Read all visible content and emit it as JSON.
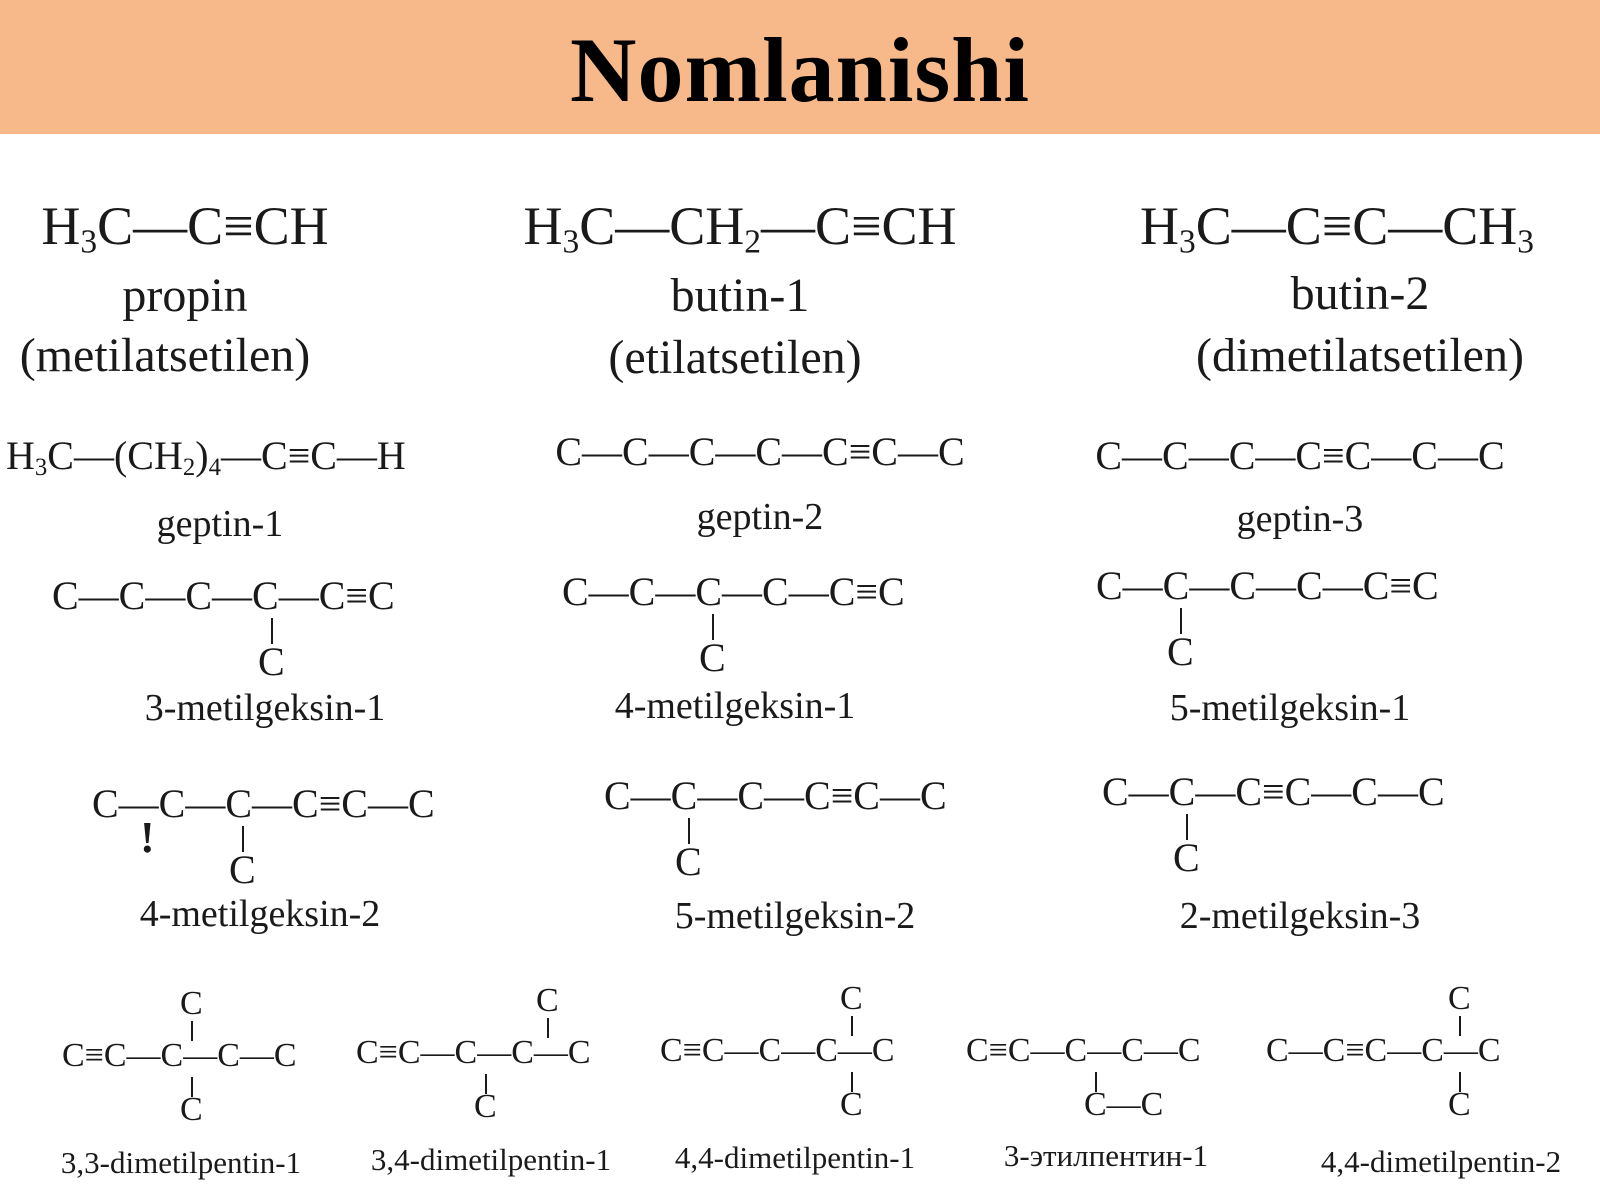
{
  "header": {
    "title": "Nomlanishi",
    "color": "#f7b98a"
  },
  "row1": [
    {
      "formula": "H3C—C≡CH",
      "name": "propin",
      "alt": "(metilatsetilen)"
    },
    {
      "formula": "H3C—CH2—C≡CH",
      "name": "butin-1",
      "alt": "(etilatsetilen)"
    },
    {
      "formula": "H3C—C≡C—CH3",
      "name": "butin-2",
      "alt": "(dimetilatsetilen)"
    }
  ],
  "row2": [
    {
      "formula": "H3C—(CH2)4—C≡C—H",
      "name": "geptin-1"
    },
    {
      "formula": "C—C—C—C—C≡C—C",
      "name": "geptin-2"
    },
    {
      "formula": "C—C—C—C≡C—C—C",
      "name": "geptin-3"
    }
  ],
  "row3": [
    {
      "chain": "C—C—C—C—C≡C",
      "sub": "C",
      "name": "3-metilgeksin-1"
    },
    {
      "chain": "C—C—C—C—C≡C",
      "sub": "C",
      "name": "4-metilgeksin-1"
    },
    {
      "chain": "C—C—C—C—C≡C",
      "sub": "C",
      "name": "5-metilgeksin-1"
    }
  ],
  "row4": [
    {
      "chain": "C—C—C—C≡C—C",
      "sub": "C",
      "name": "4-metilgeksin-2"
    },
    {
      "chain": "C—C—C—C≡C—C",
      "sub": "C",
      "name": "5-metilgeksin-2"
    },
    {
      "chain": "C—C—C≡C—C—C",
      "sub": "C",
      "name": "2-metilgeksin-3"
    }
  ],
  "row5": [
    {
      "chain": "C≡C—C—C—C",
      "top": "C",
      "bottom": "C",
      "name": "3,3-dimetilpentin-1"
    },
    {
      "chain": "C≡C—C—C—C",
      "top": "C",
      "bottom": "C",
      "name": "3,4-dimetilpentin-1"
    },
    {
      "chain": "C≡C—C—C—C",
      "top": "C",
      "bottom": "C",
      "name": "4,4-dimetilpentin-1"
    },
    {
      "chain": "C≡C—C—C—C",
      "bottom": "C—C",
      "name": "3-этилпентин-1"
    },
    {
      "chain": "C—C≡C—C—C",
      "top": "C",
      "bottom": "C",
      "name": "4,4-dimetilpentin-2"
    }
  ],
  "mark": "!"
}
